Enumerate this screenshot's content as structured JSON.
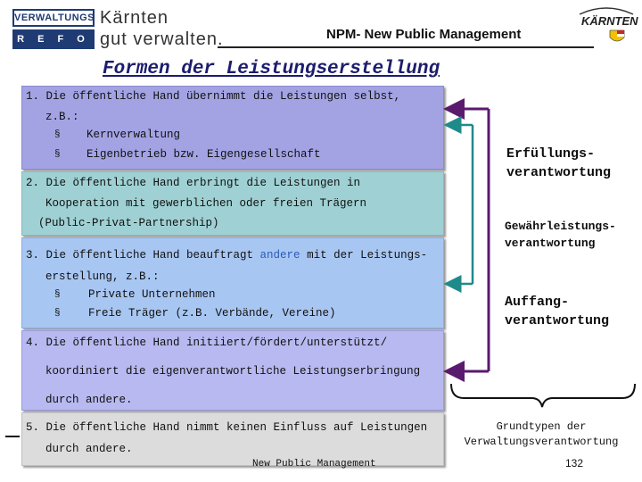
{
  "header": {
    "logo_line1": "VERWALTUNGS",
    "logo_line2": "R E F O R M",
    "slogan_line1": "Kärnten",
    "slogan_line2": "gut verwalten.",
    "title": "NPM- New Public Management",
    "kaernten_logo_text": "KÄRNTEN"
  },
  "main_title": "Formen der Leistungserstellung",
  "boxes": [
    {
      "lines": [
        "1. Die öffentliche Hand übernimmt die Leistungen selbst,",
        "z.B.:"
      ],
      "bullets": [
        "Kernverwaltung",
        "Eigenbetrieb bzw. Eigengesellschaft"
      ]
    },
    {
      "lines": [
        "2. Die öffentliche Hand erbringt die Leistungen in",
        "Kooperation mit gewerblichen oder freien Trägern",
        "(Public-Privat-Partnership)"
      ]
    },
    {
      "line1_prefix": "3. Die öffentliche Hand beauftragt ",
      "line1_highlight": "andere",
      "line1_suffix": " mit der Leistungs-",
      "line2": "erstellung, z.B.:",
      "bullets": [
        "Private Unternehmen",
        "Freie Träger (z.B. Verbände, Vereine)"
      ]
    },
    {
      "lines": [
        "4. Die öffentliche Hand initiiert/fördert/unterstützt/",
        "koordiniert die eigenverantwortliche Leistungserbringung",
        "durch andere."
      ]
    },
    {
      "lines": [
        "5. Die öffentliche Hand nimmt keinen Einfluss auf Leistungen",
        "durch andere."
      ]
    }
  ],
  "bullet_char": "§",
  "labels": {
    "erfuellung_line1": "Erfüllungs-",
    "erfuellung_line2": "verantwortung",
    "gewaehr_line1": "Gewährleistungs-",
    "gewaehr_line2": "verantwortung",
    "auffang_line1": "Auffang-",
    "auffang_line2": "verantwortung"
  },
  "caption": {
    "line1": "Grundtypen der",
    "line2": "Verwaltungsverantwortung"
  },
  "footer": {
    "center": "New Public Management",
    "page": "132"
  },
  "colors": {
    "arrow_purple": "#5a1a6e",
    "arrow_teal": "#1f8a8a",
    "logo_blue": "#1f3b74"
  }
}
